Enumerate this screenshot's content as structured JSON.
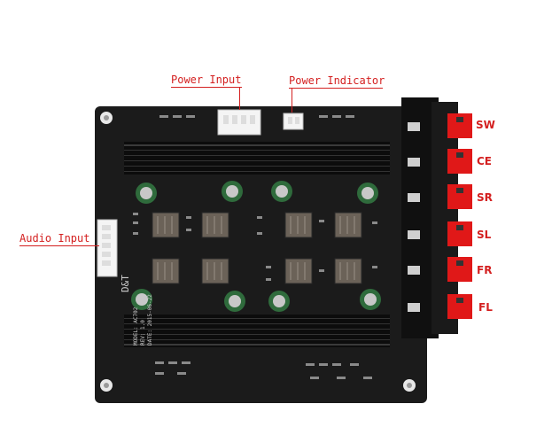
{
  "labels": {
    "power_input": "Power Input",
    "power_indicator": "Power Indicator",
    "audio_input": "Audio Input"
  },
  "speaker_channels": [
    "SW",
    "CE",
    "SR",
    "SL",
    "FR",
    "FL"
  ],
  "board": {
    "brand": "D&T",
    "model": "MODEL: AC702",
    "revision": "REV: 1.0",
    "date": "DATE: 2015-06-22"
  },
  "colors": {
    "annotation": "#d42020",
    "pcb": "#1b1b1b",
    "terminal": "#e01818"
  }
}
